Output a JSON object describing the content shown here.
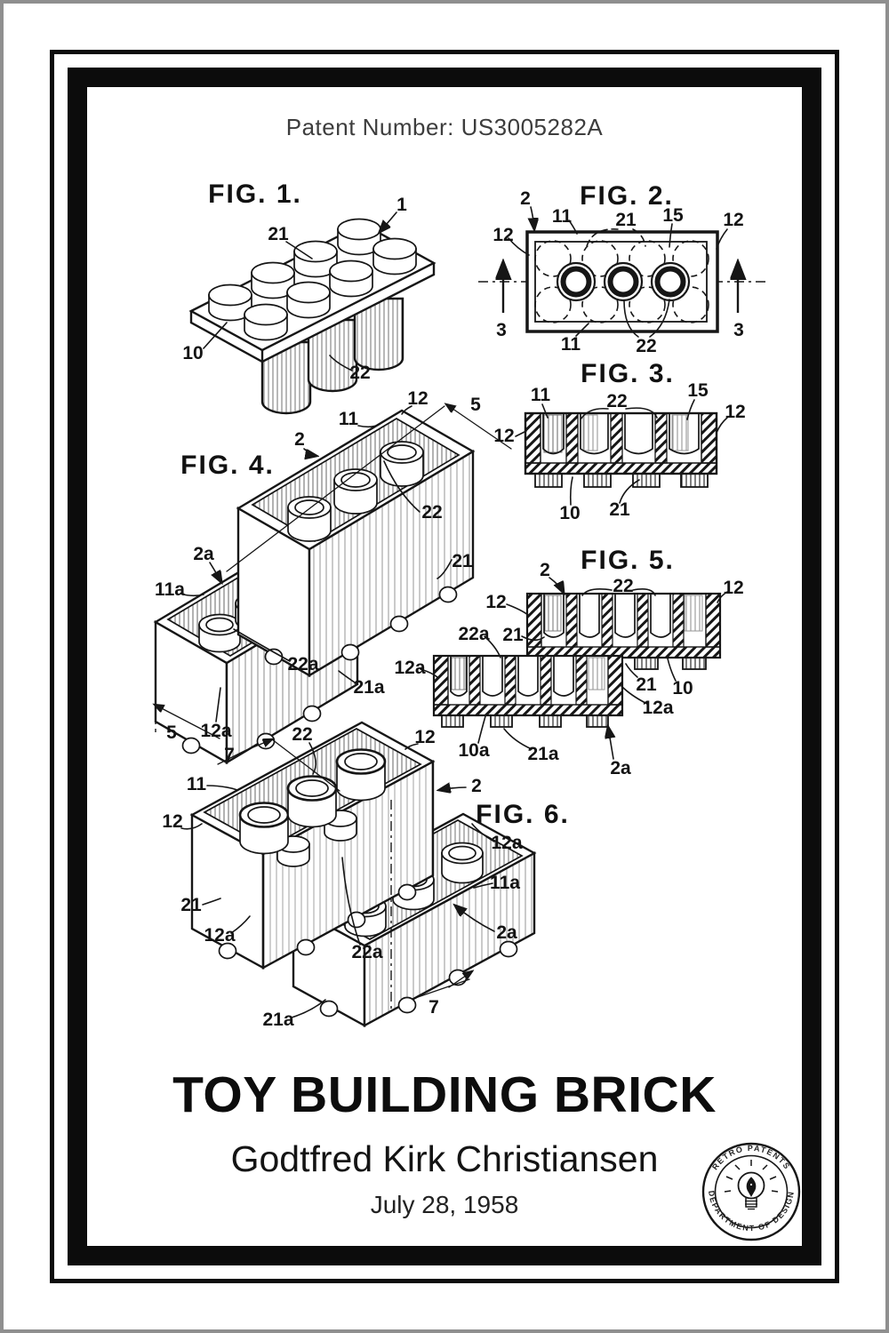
{
  "patent_number_label": "Patent Number: US3005282A",
  "figures": {
    "fig1": {
      "label": "FIG. 1.",
      "callouts": {
        "n1": "1",
        "n21": "21",
        "n10": "10",
        "n22": "22"
      }
    },
    "fig2": {
      "label": "FIG. 2.",
      "callouts": {
        "n2": "2",
        "n11t": "11",
        "n21": "21",
        "n15": "15",
        "n12r": "12",
        "n12l": "12",
        "n3l": "3",
        "n3r": "3",
        "n11b": "11",
        "n22": "22"
      }
    },
    "fig3": {
      "label": "FIG. 3.",
      "callouts": {
        "n11": "11",
        "n22": "22",
        "n15": "15",
        "n12l": "12",
        "n12r": "12",
        "n10": "10",
        "n21": "21"
      }
    },
    "fig4": {
      "label": "FIG. 4.",
      "callouts": {
        "n11": "11",
        "n12": "12",
        "n5t": "5",
        "n2": "2",
        "n22": "22",
        "n21": "21",
        "n2a": "2a",
        "n11a": "11a",
        "n22a": "22a",
        "n21a": "21a",
        "n12a": "12a",
        "n5b": "5"
      }
    },
    "fig5": {
      "label": "FIG. 5.",
      "callouts": {
        "n2": "2",
        "n22": "22",
        "n12l": "12",
        "n12r": "12",
        "n22a": "22a",
        "n21l": "21",
        "n12al": "12a",
        "n21r": "21",
        "n10": "10",
        "n12ar": "12a",
        "n10a": "10a",
        "n21a": "21a",
        "n2a": "2a"
      }
    },
    "fig6": {
      "label": "FIG. 6.",
      "callouts": {
        "n7t": "7",
        "n22": "22",
        "n12t": "12",
        "n11": "11",
        "n12l": "12",
        "n2": "2",
        "n12ar": "12a",
        "n11a": "11a",
        "n21": "21",
        "n12al": "12a",
        "n2a": "2a",
        "n22a": "22a",
        "n7b": "7",
        "n21a": "21a"
      }
    }
  },
  "title_block": {
    "title": "TOY BUILDING BRICK",
    "inventor": "Godtfred Kirk Christiansen",
    "date": "July 28, 1958"
  },
  "seal": {
    "top_text": "RETRO PATENTS",
    "bottom_text": "DEPARTMENT OF DESIGN"
  },
  "colors": {
    "ink": "#161616",
    "paper": "#ffffff",
    "frame": "#0c0c0c",
    "outer_border": "#8f8f8f",
    "patent_number_text": "#3d3d3d"
  }
}
